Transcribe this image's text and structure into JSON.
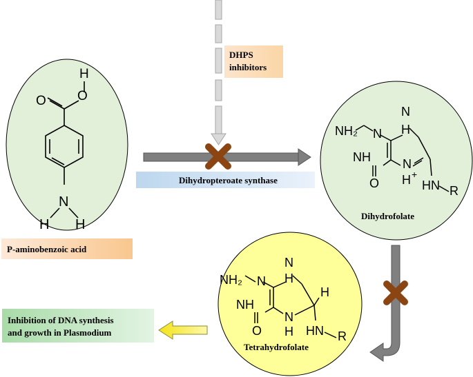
{
  "labels": {
    "dhps_line1": "DHPS",
    "dhps_line2": "inhibitors",
    "enzyme": "Dihydropteroate synthase",
    "paba": "P-aminobenzoic acid",
    "dihydrofolate": "Dihydrofolate",
    "tetrahydrofolate": "Tetrahydrofolate",
    "inhibition_line1": "Inhibition of DNA synthesis",
    "inhibition_line2": "and growth in Plasmodium"
  },
  "atoms": {
    "paba": {
      "h_top": "H",
      "o_top": "O",
      "o_left": "O",
      "n": "N",
      "h_left": "H",
      "h_right": "H"
    },
    "dihydrofolate": {
      "nh2": "NH₂",
      "n1": "N",
      "nh_ring": "NH",
      "n_top": "N",
      "h_top": "H",
      "o": "O",
      "n_plus": "N",
      "h_plus": "H",
      "plus": "+",
      "hn": "HN",
      "r": "R"
    },
    "tetrahydrofolate": {
      "nh2": "NH₂",
      "n1": "N",
      "nh_ring": "NH",
      "n_top": "N",
      "h_top": "H",
      "o": "O",
      "nh_low": "N",
      "h_low": "H",
      "h_c6": "H",
      "hn": "HN",
      "r": "R"
    }
  },
  "colors": {
    "paba_circle_fill": "#e2efd9",
    "dihydrofolate_circle_fill": "#e2efd9",
    "tetrahydrofolate_circle_fill": "#ffff99",
    "block_x": "#8b4513",
    "main_arrow": "#666666",
    "inhibition_box": "#8fcf8f",
    "enzyme_box": "#9dc3e6",
    "orange_box": "#f4b183"
  },
  "icons": [
    "dashed-down-arrow-icon",
    "block-x-icon",
    "right-arrow-icon",
    "bent-arrow-icon",
    "left-arrow-icon"
  ]
}
